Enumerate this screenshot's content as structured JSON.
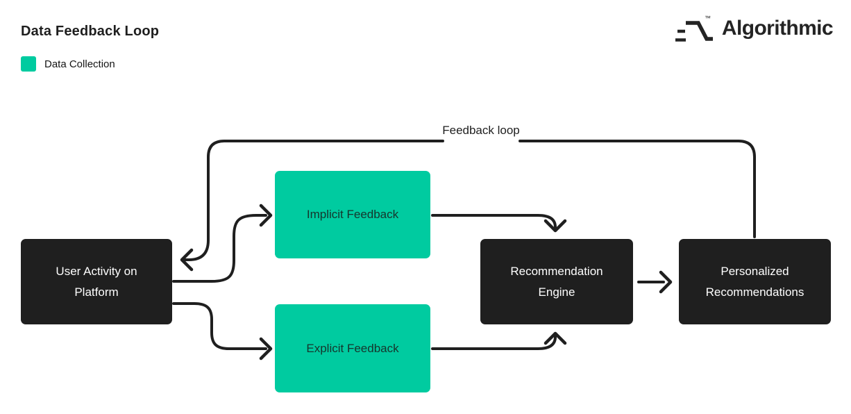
{
  "header": {
    "title": "Data Feedback Loop",
    "legend": {
      "items": [
        {
          "label": "Data Collection",
          "color": "#00CBA0"
        }
      ]
    },
    "brand": {
      "name": "Algorithmic",
      "trademark": "™"
    }
  },
  "colors": {
    "accent": "#00CBA0",
    "node_dark": "#1F1F1F",
    "connector": "#1F1F1F",
    "text_on_dark": "#FFFFFF",
    "background": "#FFFFFF"
  },
  "diagram": {
    "type": "flowchart",
    "loop_label": "Feedback loop",
    "nodes": [
      {
        "id": "user-activity",
        "label": "User Activity on Platform",
        "category": "process"
      },
      {
        "id": "implicit-feedback",
        "label": "Implicit Feedback",
        "category": "data-collection"
      },
      {
        "id": "explicit-feedback",
        "label": "Explicit Feedback",
        "category": "data-collection"
      },
      {
        "id": "recommendation-engine",
        "label": "Recommendation Engine",
        "category": "process"
      },
      {
        "id": "personalized-recommendations",
        "label": "Personalized Recommendations",
        "category": "process"
      }
    ],
    "edges": [
      {
        "from": "user-activity",
        "to": "implicit-feedback"
      },
      {
        "from": "user-activity",
        "to": "explicit-feedback"
      },
      {
        "from": "implicit-feedback",
        "to": "recommendation-engine"
      },
      {
        "from": "explicit-feedback",
        "to": "recommendation-engine"
      },
      {
        "from": "recommendation-engine",
        "to": "personalized-recommendations"
      },
      {
        "from": "personalized-recommendations",
        "to": "user-activity",
        "label": "Feedback loop"
      }
    ]
  }
}
